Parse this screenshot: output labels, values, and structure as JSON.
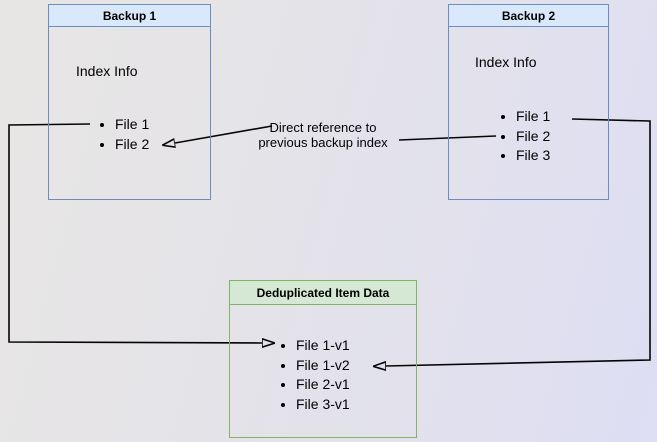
{
  "backup1": {
    "title": "Backup 1",
    "section_label": "Index Info",
    "files": [
      "File 1",
      "File 2"
    ]
  },
  "backup2": {
    "title": "Backup 2",
    "section_label": "Index Info",
    "files": [
      "File 1",
      "File 2",
      "File 3"
    ]
  },
  "dedup_store": {
    "title": "Deduplicated Item Data",
    "items": [
      "File 1-v1",
      "File 1-v2",
      "File 2-v1",
      "File 3-v1"
    ]
  },
  "annotation": {
    "text": "Direct reference to\nprevious backup index"
  },
  "colors": {
    "blue_box_border": "#6c8ebf",
    "blue_box_title_fill": "#dae8fc",
    "green_box_border": "#82b366",
    "green_box_title_fill": "#d5e8d4",
    "connector": "#050505",
    "background_start": "#e8e6e4",
    "background_end": "#dedef4"
  }
}
